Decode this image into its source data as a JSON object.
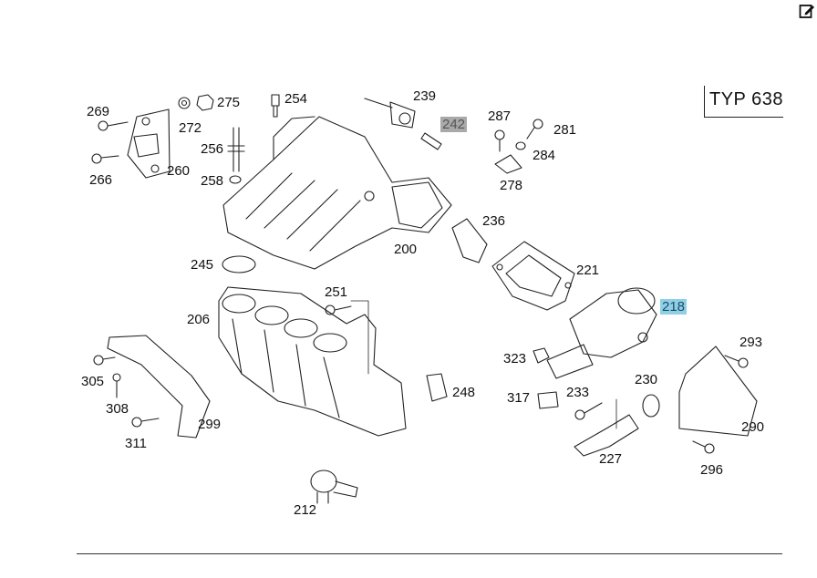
{
  "toolbar": {
    "edit_icon": "edit-icon"
  },
  "diagram": {
    "type_label": "TYP 638",
    "callouts": [
      {
        "id": "269",
        "label": "269"
      },
      {
        "id": "266",
        "label": "266"
      },
      {
        "id": "260",
        "label": "260"
      },
      {
        "id": "272",
        "label": "272"
      },
      {
        "id": "275",
        "label": "275"
      },
      {
        "id": "254",
        "label": "254"
      },
      {
        "id": "256",
        "label": "256"
      },
      {
        "id": "258",
        "label": "258"
      },
      {
        "id": "239",
        "label": "239"
      },
      {
        "id": "242",
        "label": "242",
        "highlight": "grey"
      },
      {
        "id": "287",
        "label": "287"
      },
      {
        "id": "281",
        "label": "281"
      },
      {
        "id": "284",
        "label": "284"
      },
      {
        "id": "278",
        "label": "278"
      },
      {
        "id": "236",
        "label": "236"
      },
      {
        "id": "200",
        "label": "200"
      },
      {
        "id": "245",
        "label": "245"
      },
      {
        "id": "221",
        "label": "221"
      },
      {
        "id": "251",
        "label": "251"
      },
      {
        "id": "206",
        "label": "206"
      },
      {
        "id": "218",
        "label": "218",
        "highlight": "blue"
      },
      {
        "id": "293",
        "label": "293"
      },
      {
        "id": "323",
        "label": "323"
      },
      {
        "id": "305",
        "label": "305"
      },
      {
        "id": "308",
        "label": "308"
      },
      {
        "id": "248",
        "label": "248"
      },
      {
        "id": "317",
        "label": "317"
      },
      {
        "id": "233",
        "label": "233"
      },
      {
        "id": "230",
        "label": "230"
      },
      {
        "id": "299",
        "label": "299"
      },
      {
        "id": "311",
        "label": "311"
      },
      {
        "id": "290",
        "label": "290"
      },
      {
        "id": "227",
        "label": "227"
      },
      {
        "id": "296",
        "label": "296"
      },
      {
        "id": "212",
        "label": "212"
      }
    ]
  },
  "colors": {
    "highlight_grey": "#a9a9a9",
    "highlight_blue": "#8fd0e6",
    "line": "#222222"
  }
}
